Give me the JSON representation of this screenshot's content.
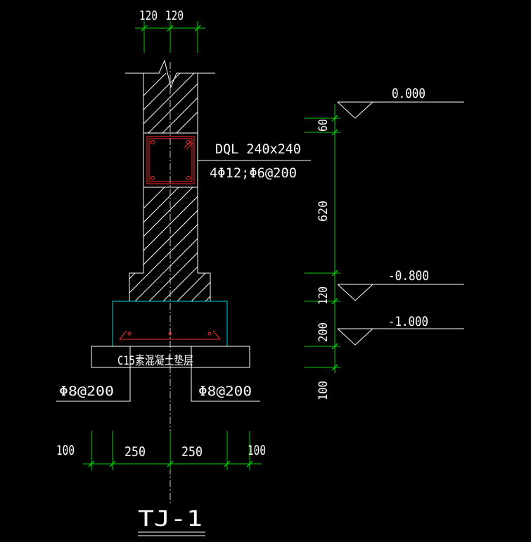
{
  "drawing": {
    "title": "TJ-1",
    "beam_label": "DQL 240x240",
    "beam_rebar": "4Φ12;Φ6@200",
    "cushion_label": "C15素混凝土垫层",
    "rebar_left": "Φ8@200",
    "rebar_right": "Φ8@200"
  },
  "top_dims": [
    "120",
    "120"
  ],
  "bottom_dims": [
    "100",
    "250",
    "250",
    "100"
  ],
  "vertical_dims": [
    "60",
    "620",
    "120",
    "200",
    "100"
  ],
  "elevations": [
    "0.000",
    "-0.800",
    "-1.000"
  ],
  "colors": {
    "background": "#000000",
    "lines": "#ffffff",
    "dimension": "#00d000",
    "rebar": "#ff2a2a",
    "footing": "#00d6d6"
  }
}
